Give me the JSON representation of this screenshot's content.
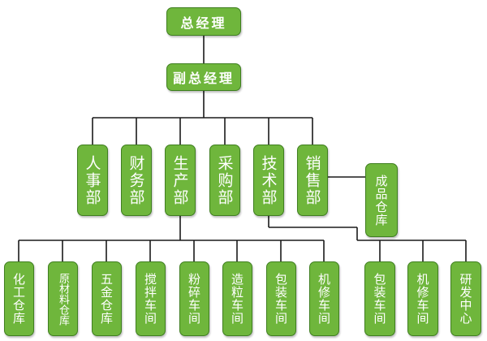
{
  "org": {
    "gm": "总经理",
    "vgm": "副总经理",
    "departments": [
      "人事部",
      "财务部",
      "生产部",
      "采购部",
      "技术部",
      "销售部"
    ],
    "sales_sub": "成品仓库",
    "production_units": [
      "化工仓库",
      "原材料仓库",
      "五金仓库",
      "搅拌车间",
      "粉碎车间",
      "造粒车间",
      "包装车间",
      "机修车间"
    ],
    "tech_units": [
      "包装车间",
      "机修车间",
      "研发中心"
    ]
  },
  "colors": {
    "box_fill": "#6fb63c",
    "box_border": "#3f7f20",
    "line": "#1a1a1a"
  }
}
